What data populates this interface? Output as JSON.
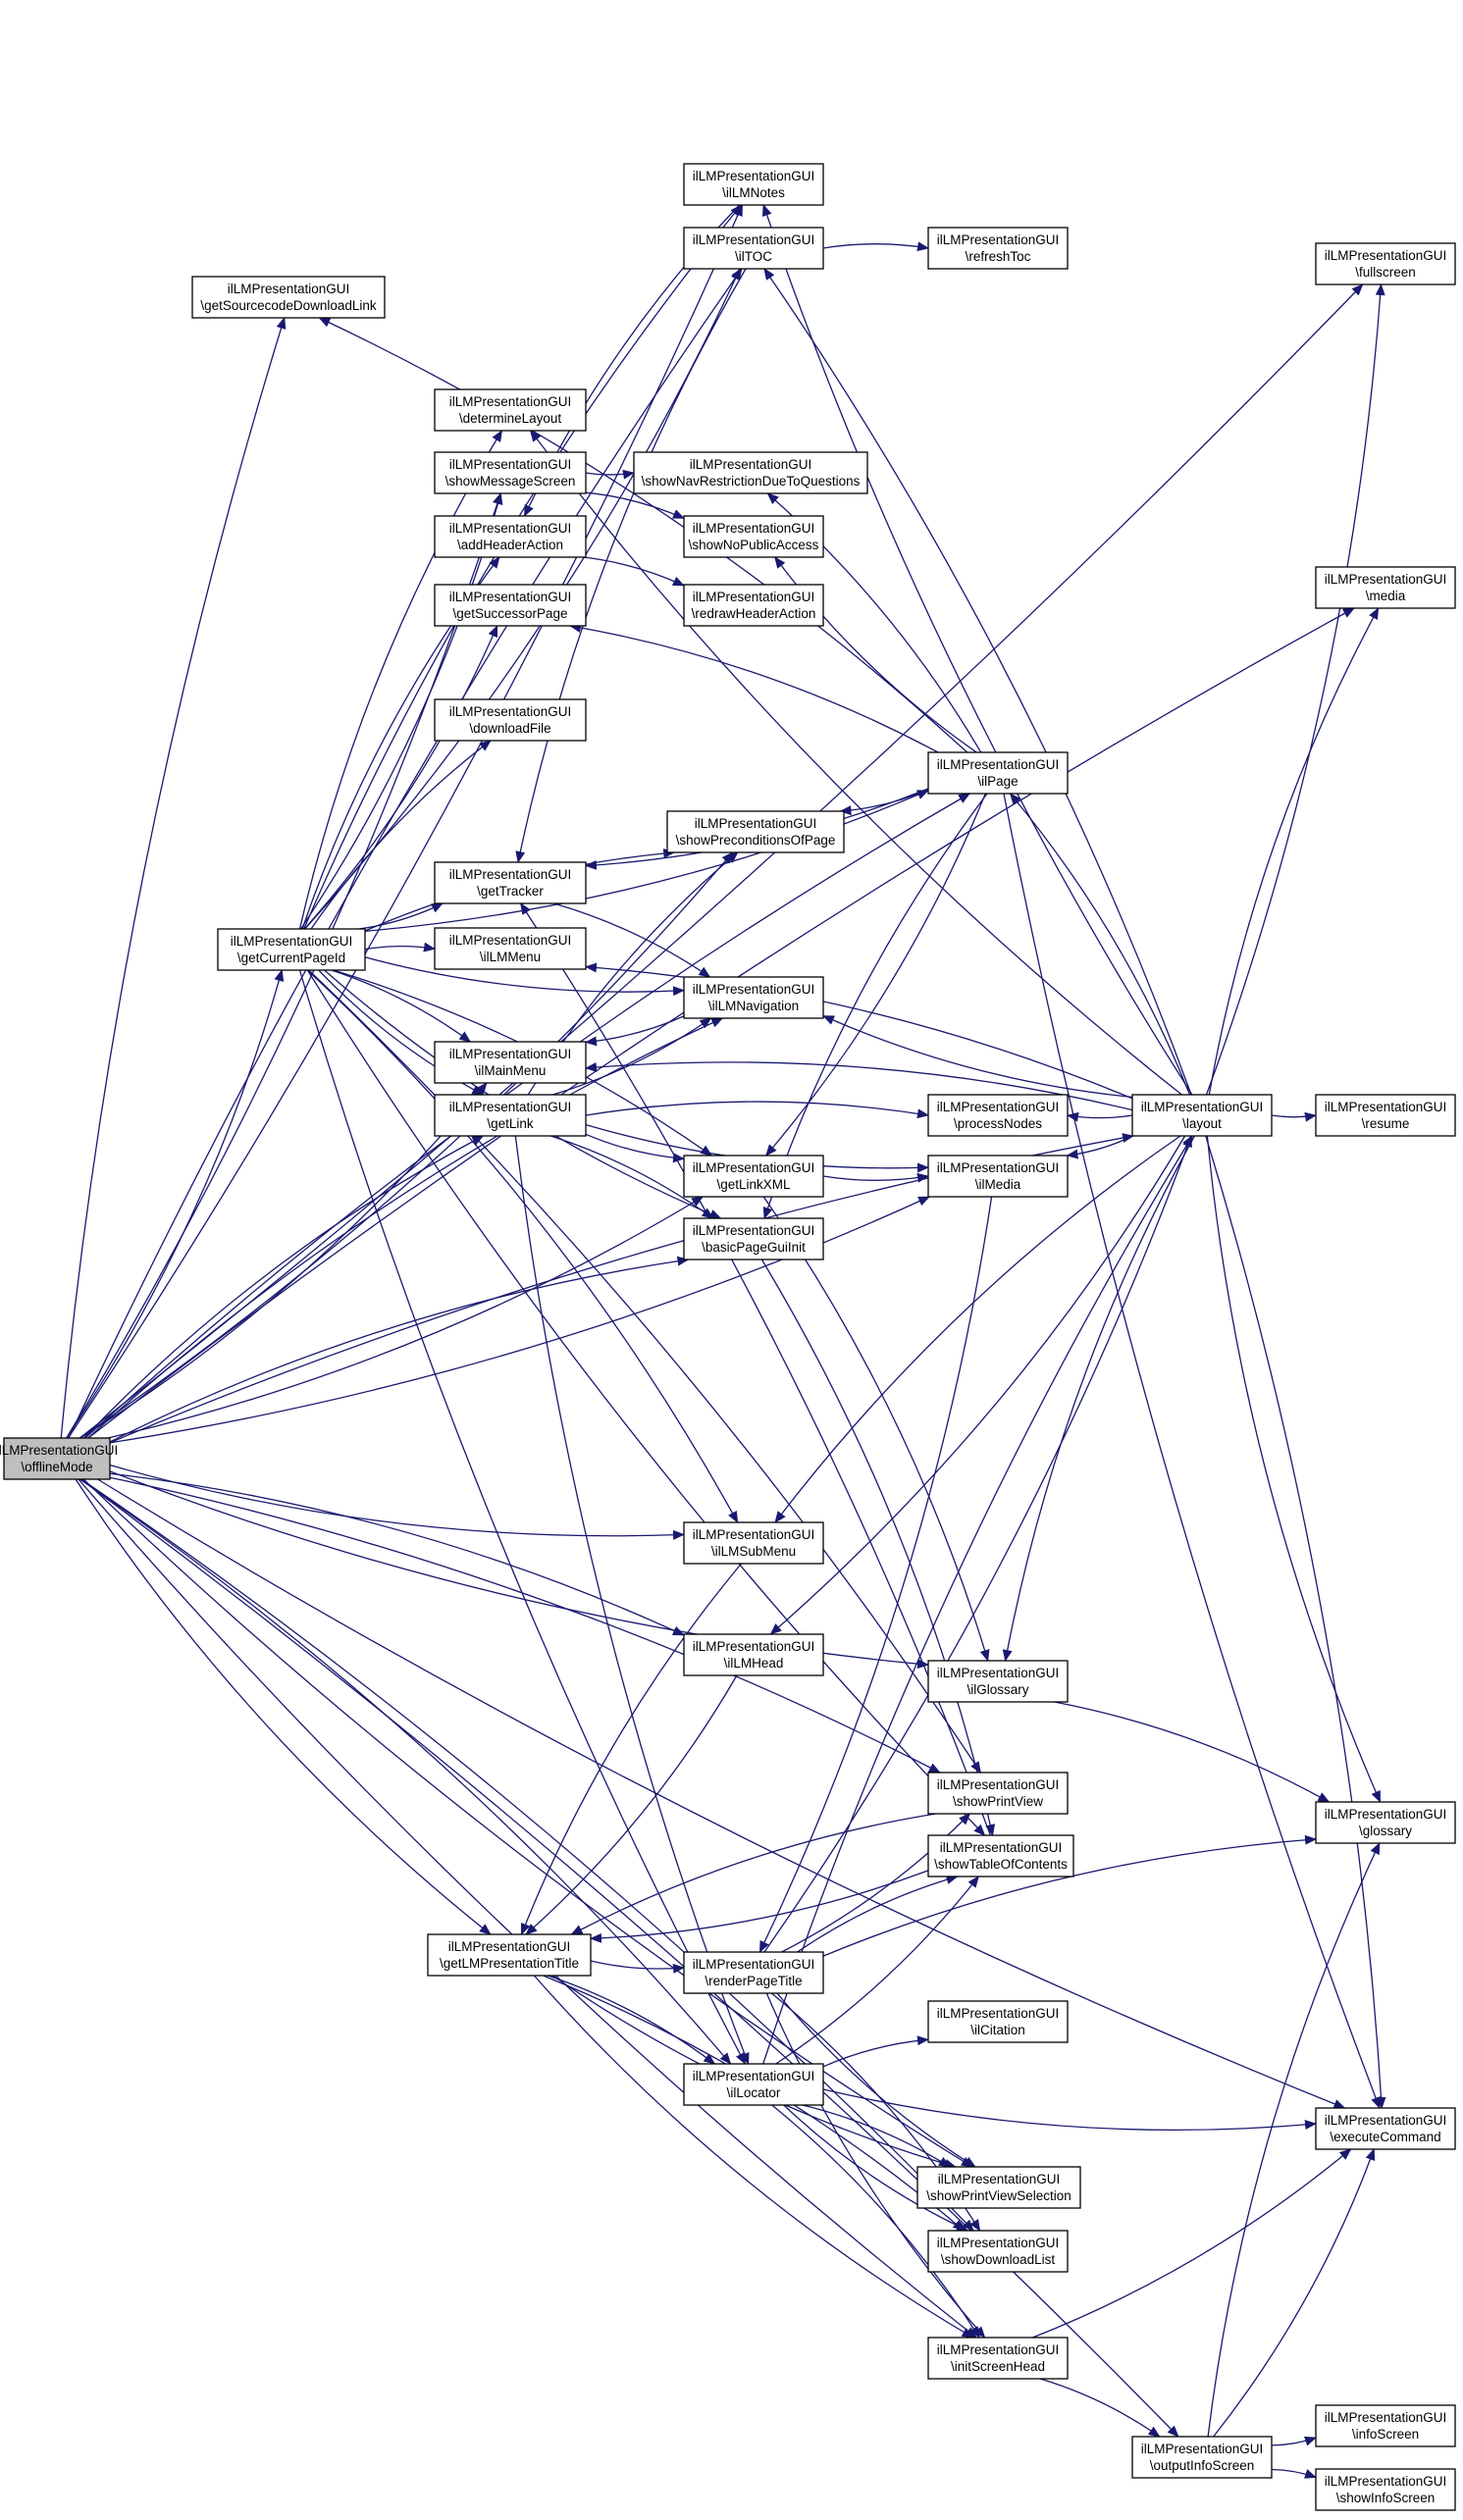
{
  "colors": {
    "edge": "#191970",
    "node_border": "#000000",
    "highlight_fill": "#bfbfbf",
    "background": "#ffffff"
  },
  "diagram": {
    "type": "call-graph",
    "nodes": [
      {
        "id": "offlineMode",
        "line1": "ilLMPresentationGUI",
        "line2": "\\offlineMode",
        "highlight": true
      },
      {
        "id": "getCurrentPageId",
        "line1": "ilLMPresentationGUI",
        "line2": "\\getCurrentPageId"
      },
      {
        "id": "getSourcecodeDownloadLink",
        "line1": "ilLMPresentationGUI",
        "line2": "\\getSourcecodeDownloadLink"
      },
      {
        "id": "ilLMNotes",
        "line1": "ilLMPresentationGUI",
        "line2": "\\ilLMNotes"
      },
      {
        "id": "ilTOC",
        "line1": "ilLMPresentationGUI",
        "line2": "\\ilTOC"
      },
      {
        "id": "refreshToc",
        "line1": "ilLMPresentationGUI",
        "line2": "\\refreshToc"
      },
      {
        "id": "fullscreen",
        "line1": "ilLMPresentationGUI",
        "line2": "\\fullscreen"
      },
      {
        "id": "determineLayout",
        "line1": "ilLMPresentationGUI",
        "line2": "\\determineLayout"
      },
      {
        "id": "showMessageScreen",
        "line1": "ilLMPresentationGUI",
        "line2": "\\showMessageScreen"
      },
      {
        "id": "showNavRestrictionDueToQuestions",
        "line1": "ilLMPresentationGUI",
        "line2": "\\showNavRestrictionDueToQuestions"
      },
      {
        "id": "addHeaderAction",
        "line1": "ilLMPresentationGUI",
        "line2": "\\addHeaderAction"
      },
      {
        "id": "showNoPublicAccess",
        "line1": "ilLMPresentationGUI",
        "line2": "\\showNoPublicAccess"
      },
      {
        "id": "media",
        "line1": "ilLMPresentationGUI",
        "line2": "\\media"
      },
      {
        "id": "getSuccessorPage",
        "line1": "ilLMPresentationGUI",
        "line2": "\\getSuccessorPage"
      },
      {
        "id": "redrawHeaderAction",
        "line1": "ilLMPresentationGUI",
        "line2": "\\redrawHeaderAction"
      },
      {
        "id": "downloadFile",
        "line1": "ilLMPresentationGUI",
        "line2": "\\downloadFile"
      },
      {
        "id": "ilPage",
        "line1": "ilLMPresentationGUI",
        "line2": "\\ilPage"
      },
      {
        "id": "showPreconditionsOfPage",
        "line1": "ilLMPresentationGUI",
        "line2": "\\showPreconditionsOfPage"
      },
      {
        "id": "getTracker",
        "line1": "ilLMPresentationGUI",
        "line2": "\\getTracker"
      },
      {
        "id": "ilLMMenu",
        "line1": "ilLMPresentationGUI",
        "line2": "\\ilLMMenu"
      },
      {
        "id": "ilLMNavigation",
        "line1": "ilLMPresentationGUI",
        "line2": "\\ilLMNavigation"
      },
      {
        "id": "ilMainMenu",
        "line1": "ilLMPresentationGUI",
        "line2": "\\ilMainMenu"
      },
      {
        "id": "getLink",
        "line1": "ilLMPresentationGUI",
        "line2": "\\getLink"
      },
      {
        "id": "processNodes",
        "line1": "ilLMPresentationGUI",
        "line2": "\\processNodes"
      },
      {
        "id": "layout",
        "line1": "ilLMPresentationGUI",
        "line2": "\\layout"
      },
      {
        "id": "resume",
        "line1": "ilLMPresentationGUI",
        "line2": "\\resume"
      },
      {
        "id": "getLinkXML",
        "line1": "ilLMPresentationGUI",
        "line2": "\\getLinkXML"
      },
      {
        "id": "ilMedia",
        "line1": "ilLMPresentationGUI",
        "line2": "\\ilMedia"
      },
      {
        "id": "basicPageGuiInit",
        "line1": "ilLMPresentationGUI",
        "line2": "\\basicPageGuiInit"
      },
      {
        "id": "ilLMSubMenu",
        "line1": "ilLMPresentationGUI",
        "line2": "\\ilLMSubMenu"
      },
      {
        "id": "ilLMHead",
        "line1": "ilLMPresentationGUI",
        "line2": "\\ilLMHead"
      },
      {
        "id": "ilGlossary",
        "line1": "ilLMPresentationGUI",
        "line2": "\\ilGlossary"
      },
      {
        "id": "showPrintView",
        "line1": "ilLMPresentationGUI",
        "line2": "\\showPrintView"
      },
      {
        "id": "glossary",
        "line1": "ilLMPresentationGUI",
        "line2": "\\glossary"
      },
      {
        "id": "showTableOfContents",
        "line1": "ilLMPresentationGUI",
        "line2": "\\showTableOfContents"
      },
      {
        "id": "getLMPresentationTitle",
        "line1": "ilLMPresentationGUI",
        "line2": "\\getLMPresentationTitle"
      },
      {
        "id": "renderPageTitle",
        "line1": "ilLMPresentationGUI",
        "line2": "\\renderPageTitle"
      },
      {
        "id": "ilCitation",
        "line1": "ilLMPresentationGUI",
        "line2": "\\ilCitation"
      },
      {
        "id": "ilLocator",
        "line1": "ilLMPresentationGUI",
        "line2": "\\ilLocator"
      },
      {
        "id": "executeCommand",
        "line1": "ilLMPresentationGUI",
        "line2": "\\executeCommand"
      },
      {
        "id": "showPrintViewSelection",
        "line1": "ilLMPresentationGUI",
        "line2": "\\showPrintViewSelection"
      },
      {
        "id": "showDownloadList",
        "line1": "ilLMPresentationGUI",
        "line2": "\\showDownloadList"
      },
      {
        "id": "initScreenHead",
        "line1": "ilLMPresentationGUI",
        "line2": "\\initScreenHead"
      },
      {
        "id": "outputInfoScreen",
        "line1": "ilLMPresentationGUI",
        "line2": "\\outputInfoScreen"
      },
      {
        "id": "infoScreen",
        "line1": "ilLMPresentationGUI",
        "line2": "\\infoScreen"
      },
      {
        "id": "showInfoScreen",
        "line1": "ilLMPresentationGUI",
        "line2": "\\showInfoScreen"
      }
    ],
    "edges": [
      [
        "getCurrentPageId",
        "offlineMode"
      ],
      [
        "getSourcecodeDownloadLink",
        "offlineMode"
      ],
      [
        "ilLMNotes",
        "offlineMode"
      ],
      [
        "ilTOC",
        "offlineMode"
      ],
      [
        "fullscreen",
        "offlineMode"
      ],
      [
        "media",
        "offlineMode"
      ],
      [
        "showMessageScreen",
        "offlineMode"
      ],
      [
        "ilPage",
        "offlineMode"
      ],
      [
        "showPreconditionsOfPage",
        "offlineMode"
      ],
      [
        "ilLMNavigation",
        "offlineMode"
      ],
      [
        "ilMainMenu",
        "offlineMode"
      ],
      [
        "getLink",
        "offlineMode"
      ],
      [
        "getLinkXML",
        "offlineMode"
      ],
      [
        "basicPageGuiInit",
        "offlineMode"
      ],
      [
        "ilMedia",
        "offlineMode"
      ],
      [
        "layout",
        "offlineMode"
      ],
      [
        "ilLMSubMenu",
        "offlineMode"
      ],
      [
        "ilLMHead",
        "offlineMode"
      ],
      [
        "ilGlossary",
        "offlineMode"
      ],
      [
        "showPrintView",
        "offlineMode"
      ],
      [
        "getLMPresentationTitle",
        "offlineMode"
      ],
      [
        "ilLocator",
        "offlineMode"
      ],
      [
        "showPrintViewSelection",
        "offlineMode"
      ],
      [
        "showDownloadList",
        "offlineMode"
      ],
      [
        "initScreenHead",
        "offlineMode"
      ],
      [
        "outputInfoScreen",
        "offlineMode"
      ],
      [
        "executeCommand",
        "offlineMode"
      ],
      [
        "ilLMNotes",
        "getCurrentPageId"
      ],
      [
        "ilTOC",
        "getCurrentPageId"
      ],
      [
        "determineLayout",
        "getCurrentPageId"
      ],
      [
        "showMessageScreen",
        "getCurrentPageId"
      ],
      [
        "addHeaderAction",
        "getCurrentPageId"
      ],
      [
        "getSuccessorPage",
        "getCurrentPageId"
      ],
      [
        "downloadFile",
        "getCurrentPageId"
      ],
      [
        "ilPage",
        "getCurrentPageId"
      ],
      [
        "showPreconditionsOfPage",
        "getCurrentPageId"
      ],
      [
        "getTracker",
        "getCurrentPageId"
      ],
      [
        "ilLMMenu",
        "getCurrentPageId"
      ],
      [
        "ilLMNavigation",
        "getCurrentPageId"
      ],
      [
        "ilMainMenu",
        "getCurrentPageId"
      ],
      [
        "getLink",
        "getCurrentPageId"
      ],
      [
        "getLinkXML",
        "getCurrentPageId"
      ],
      [
        "basicPageGuiInit",
        "getCurrentPageId"
      ],
      [
        "ilLMSubMenu",
        "getCurrentPageId"
      ],
      [
        "showTableOfContents",
        "getCurrentPageId"
      ],
      [
        "showPrintView",
        "getCurrentPageId"
      ],
      [
        "ilLocator",
        "getCurrentPageId"
      ],
      [
        "ilLMNotes",
        "layout"
      ],
      [
        "ilTOC",
        "layout"
      ],
      [
        "refreshToc",
        "ilTOC"
      ],
      [
        "getSourcecodeDownloadLink",
        "ilPage"
      ],
      [
        "determineLayout",
        "layout"
      ],
      [
        "showNavRestrictionDueToQuestions",
        "showMessageScreen"
      ],
      [
        "showNoPublicAccess",
        "showMessageScreen"
      ],
      [
        "showNavRestrictionDueToQuestions",
        "ilPage"
      ],
      [
        "showNoPublicAccess",
        "ilPage"
      ],
      [
        "addHeaderAction",
        "ilLMNotes"
      ],
      [
        "redrawHeaderAction",
        "addHeaderAction"
      ],
      [
        "getSuccessorPage",
        "ilPage"
      ],
      [
        "showPreconditionsOfPage",
        "ilPage"
      ],
      [
        "getTracker",
        "ilTOC"
      ],
      [
        "getTracker",
        "ilPage"
      ],
      [
        "getTracker",
        "showTableOfContents"
      ],
      [
        "ilLMNavigation",
        "getTracker"
      ],
      [
        "ilLMMenu",
        "layout"
      ],
      [
        "ilLMNavigation",
        "layout"
      ],
      [
        "ilMainMenu",
        "layout"
      ],
      [
        "ilMainMenu",
        "ilLMNavigation"
      ],
      [
        "ilLMNavigation",
        "getLink"
      ],
      [
        "processNodes",
        "getLink"
      ],
      [
        "getLinkXML",
        "getLink"
      ],
      [
        "basicPageGuiInit",
        "getLink"
      ],
      [
        "ilMedia",
        "getLink"
      ],
      [
        "showPreconditionsOfPage",
        "getLink"
      ],
      [
        "ilLocator",
        "getLink"
      ],
      [
        "processNodes",
        "layout"
      ],
      [
        "ilPage",
        "layout"
      ],
      [
        "ilMedia",
        "layout"
      ],
      [
        "resume",
        "layout"
      ],
      [
        "getLinkXML",
        "ilPage"
      ],
      [
        "ilMedia",
        "getLinkXML"
      ],
      [
        "ilGlossary",
        "getLinkXML"
      ],
      [
        "basicPageGuiInit",
        "ilPage"
      ],
      [
        "showTableOfContents",
        "basicPageGuiInit"
      ],
      [
        "ilLMSubMenu",
        "layout"
      ],
      [
        "ilLMHead",
        "layout"
      ],
      [
        "ilGlossary",
        "layout"
      ],
      [
        "glossary",
        "ilGlossary"
      ],
      [
        "getLMPresentationTitle",
        "ilLMSubMenu"
      ],
      [
        "getLMPresentationTitle",
        "ilLMHead"
      ],
      [
        "getLMPresentationTitle",
        "showPrintView"
      ],
      [
        "getLMPresentationTitle",
        "showTableOfContents"
      ],
      [
        "renderPageTitle",
        "getLMPresentationTitle"
      ],
      [
        "ilLocator",
        "getLMPresentationTitle"
      ],
      [
        "showPrintViewSelection",
        "getLMPresentationTitle"
      ],
      [
        "showDownloadList",
        "getLMPresentationTitle"
      ],
      [
        "initScreenHead",
        "getLMPresentationTitle"
      ],
      [
        "renderPageTitle",
        "ilMedia"
      ],
      [
        "showPrintView",
        "renderPageTitle"
      ],
      [
        "showTableOfContents",
        "renderPageTitle"
      ],
      [
        "layout",
        "renderPageTitle"
      ],
      [
        "glossary",
        "renderPageTitle"
      ],
      [
        "showPrintViewSelection",
        "renderPageTitle"
      ],
      [
        "showDownloadList",
        "renderPageTitle"
      ],
      [
        "initScreenHead",
        "renderPageTitle"
      ],
      [
        "ilCitation",
        "ilLocator"
      ],
      [
        "showTableOfContents",
        "ilLocator"
      ],
      [
        "layout",
        "ilLocator"
      ],
      [
        "executeCommand",
        "ilLocator"
      ],
      [
        "showPrintViewSelection",
        "ilLocator"
      ],
      [
        "showDownloadList",
        "ilLocator"
      ],
      [
        "initScreenHead",
        "ilLocator"
      ],
      [
        "fullscreen",
        "layout"
      ],
      [
        "media",
        "layout"
      ],
      [
        "glossary",
        "layout"
      ],
      [
        "executeCommand",
        "layout"
      ],
      [
        "executeCommand",
        "ilPage"
      ],
      [
        "glossary",
        "outputInfoScreen"
      ],
      [
        "executeCommand",
        "initScreenHead"
      ],
      [
        "outputInfoScreen",
        "initScreenHead"
      ],
      [
        "infoScreen",
        "outputInfoScreen"
      ],
      [
        "showInfoScreen",
        "outputInfoScreen"
      ],
      [
        "executeCommand",
        "outputInfoScreen"
      ]
    ]
  }
}
